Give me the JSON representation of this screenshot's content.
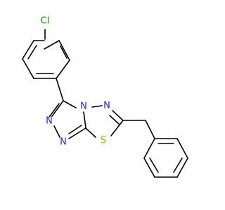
{
  "molecule": {
    "atom_labels": {
      "cl": "Cl",
      "n1": "N",
      "n2": "N",
      "n3": "N",
      "n4": "N",
      "s": "S"
    }
  },
  "colors": {
    "bond": "#000000",
    "chlorine": "#00a000",
    "nitrogen": "#2222ff",
    "sulfur": "#b8a000"
  }
}
